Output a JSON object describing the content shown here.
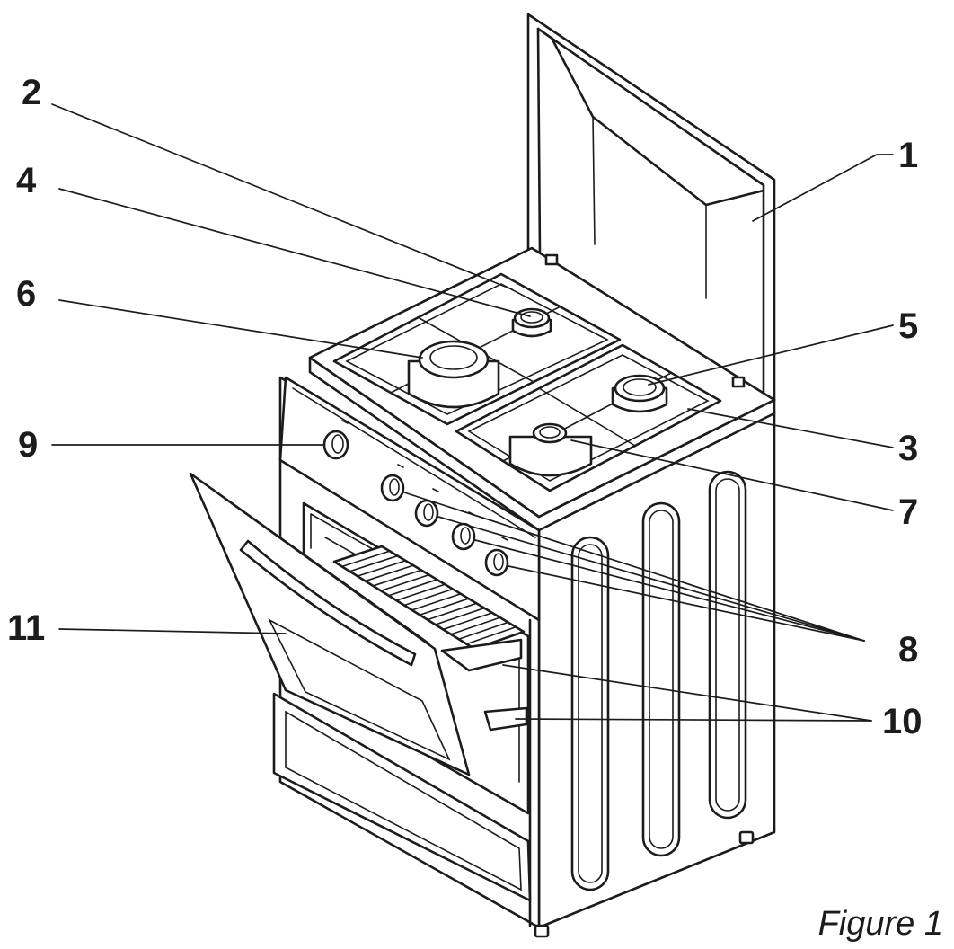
{
  "figure": {
    "callouts": [
      "1",
      "2",
      "3",
      "4",
      "5",
      "6",
      "7",
      "8",
      "9",
      "10",
      "11"
    ],
    "caption": "Figure 1"
  },
  "colors": {
    "ink": "#1c1c1c",
    "background": "#ffffff"
  }
}
